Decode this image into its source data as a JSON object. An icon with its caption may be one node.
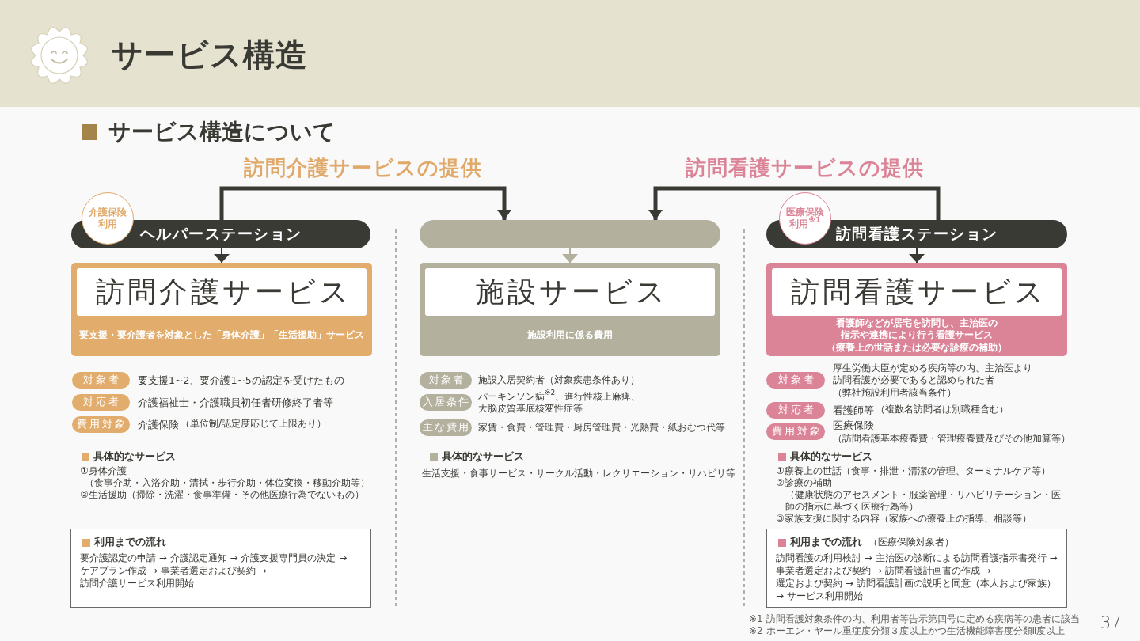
{
  "diagram": {
    "title": "サービス構造",
    "nodes": [
      {
        "text": [
          "介護保険利用"
        ]
      },
      {
        "text": [
          "ヘルパーステーション"
        ]
      },
      {
        "text": [],
        "shape": "bar"
      },
      {
        "text": [
          "医療保険利用$^{※1}$"
        ]
      },
      {
        "text": [
          "訪問看護ステーション"
        ]
      },
      {
        "text": [
          "要支援・要介護者を対象とした「身体介護」「生活援助」サービス"
        ]
      },
      {
        "text": [
          "訪問介護サービス"
        ],
        "in": 5
      },
      {
        "text": [
          "施設利用に係る費用"
        ]
      },
      {
        "text": [
          "施設サービス"
        ],
        "in": 7
      },
      {
        "text": [
          "看護師などが居宅を訪問し、主治医の指示や連携により行う看護サービス",
          "（療養上の世話または必要な診療の補助）"
        ]
      },
      {
        "text": [
          "訪問看護サービス"
        ],
        "in": 9
      },
      {
        "text": [
          "対象者"
        ],
        "beside": [
          "要支援1~2、要介護1~5の認定を受けたもの"
        ]
      },
      {
        "text": [
          "対応者"
        ],
        "beside": [
          "介護福祉士・介護職員初任者研修終了者等"
        ]
      },
      {
        "text": [
          "費用対象"
        ],
        "beside": [
          "介護保険",
          "（単位制/認定度応じて上限あり）"
        ]
      },
      {
        "text": [
          "利用までの流れ",
          "要介護認定の申請 → 介護認定通知 → 介護支援専門員の決定 → ケアプラン作成 → 事業者選定および契約 → 訪問介護サービス利用開始"
        ]
      },
      {
        "text": [
          "対象者"
        ],
        "beside": [
          "施設入居契約者（対象疾患条件あり）"
        ]
      },
      {
        "text": [
          "入居条件"
        ],
        "beside": [
          "パーキンソン病$^{※2}$、進行性核上麻痺、大脳皮質基底核変性症等"
        ]
      },
      {
        "text": [
          "主な費用"
        ],
        "beside": [
          "家賃・食費・管理費・厨房管理費・光熱費・紙おむつ代等"
        ]
      },
      {
        "text": [
          "対象者"
        ],
        "beside": [
          "厚生労働大臣が定める疾病等の内、主治医より訪問看護が必要であると認められた者",
          "（弊社施設利用者該当条件）"
        ]
      },
      {
        "text": [
          "対応者"
        ],
        "beside": [
          "看護師等",
          "（複数名訪問者は別職種含む）"
        ]
      },
      {
        "text": [
          "費用対象"
        ],
        "beside": [
          "医療保険",
          "（訪問看護基本療養費・管理療養費及びその他加算等）"
        ]
      },
      {
        "text": [
          "利用までの流れ",
          "（医療保険対象者）",
          "訪問看護の利用検討 → 主治医の診断による訪問看護指示書発行 → 事業者選定および契約 → 訪問看護計画書の作成 → 選定および契約 → 訪問看護計画の説明と同意（本人および家族） → サービス利用開始"
        ]
      }
    ],
    "edges": [
      {
        "from": 1,
        "to": 2,
        "arrow": "to",
        "label": "訪問介護サービスの提供",
        "style": "thick"
      },
      {
        "from": 4,
        "to": 2,
        "arrow": "to",
        "label": "訪問看護サービスの提供",
        "style": "thick"
      },
      {
        "from": 1,
        "to": 5,
        "arrow": "to"
      },
      {
        "from": 2,
        "to": 7,
        "arrow": "to",
        "color": "#b3b09e"
      },
      {
        "from": 4,
        "to": 9,
        "arrow": "to"
      }
    ],
    "labels": [
      "サービス構造について",
      "具体的なサービス",
      "①身体介護",
      "（食事介助・入浴介助・清拭・歩行介助・体位変換・移動介助等）",
      "②生活援助",
      "（掃除・洗濯・食事準備・その他医療行為でないもの）",
      "具体的なサービス",
      "生活支援・食事サービス・サークル活動・レクリエーション・リハビリ等",
      "具体的なサービス",
      "①療養上の世話",
      "（食事・排泄・清潔の管理、ターミナルケア等）",
      "②診療の補助",
      "（健康状態のアセスメント・服薬管理・リハビリテーション・医師の指示に基づく医療行為等）",
      "③家族支援に関する内容",
      "（家族への療養上の指導、相談等）",
      "※1 訪問看護対象条件の内、利用者等告示第四号に定める疾病等の患者に該当",
      "※2 ホーエン・ヤール重症度分類３度以上かつ生活機能障害度分類Ⅱ度以上",
      "37"
    ]
  }
}
